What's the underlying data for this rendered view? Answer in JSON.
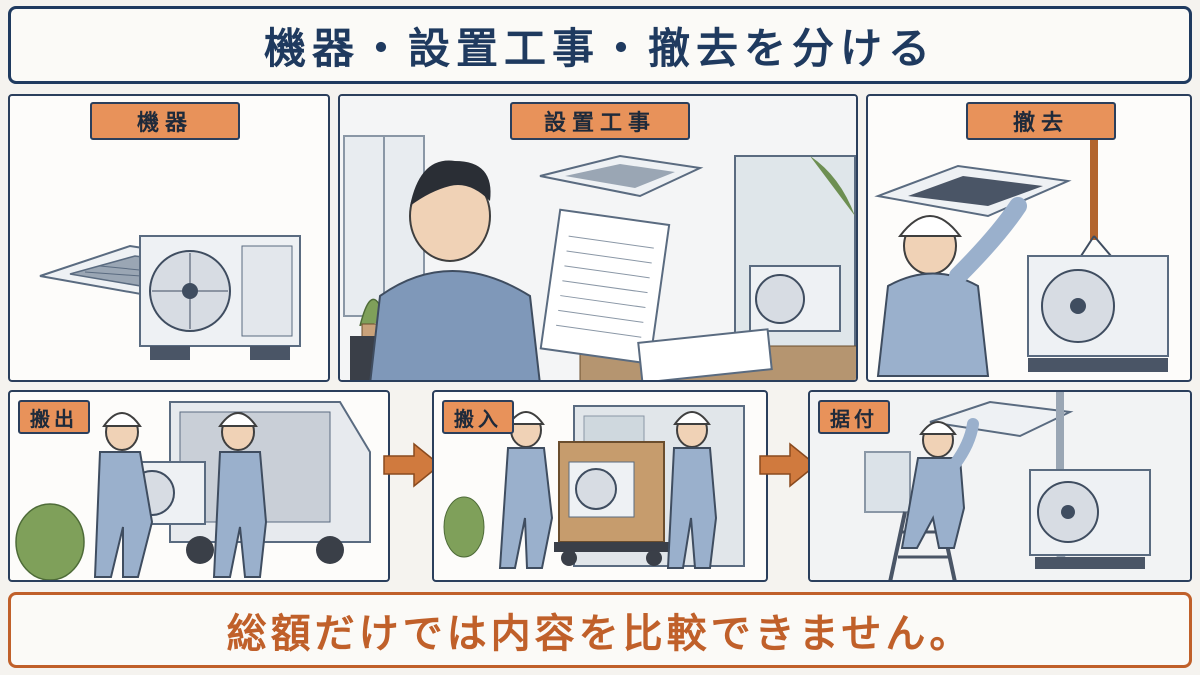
{
  "title": "機器・設置工事・撤去を分ける",
  "panels": {
    "kiki": "機器",
    "secchi": "設置工事",
    "tekkyo": "撤去",
    "hanshutsu": "搬出",
    "hannyu": "搬入",
    "suetsuke": "据付"
  },
  "footer": "総額だけでは内容を比較できません。",
  "colors": {
    "navy": "#1f3a5f",
    "orange": "#e8925a",
    "footer_orange": "#c0602a"
  }
}
